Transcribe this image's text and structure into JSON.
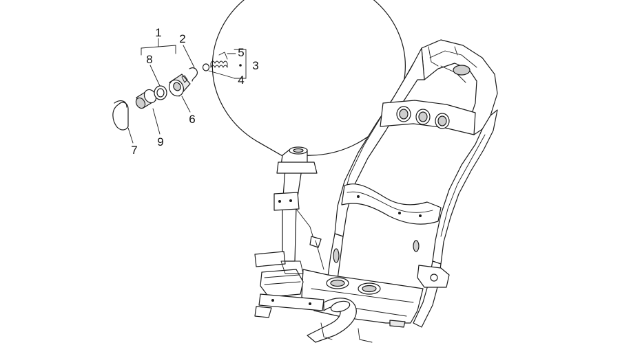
{
  "callouts": {
    "c1": "1",
    "c2": "2",
    "c3": "3",
    "c4": "4",
    "c5": "5",
    "c6": "6",
    "c7": "7",
    "c8": "8",
    "c9": "9"
  },
  "colors": {
    "line": "#1a1a1a",
    "background": "#ffffff",
    "shade": "#e9e9e9"
  }
}
